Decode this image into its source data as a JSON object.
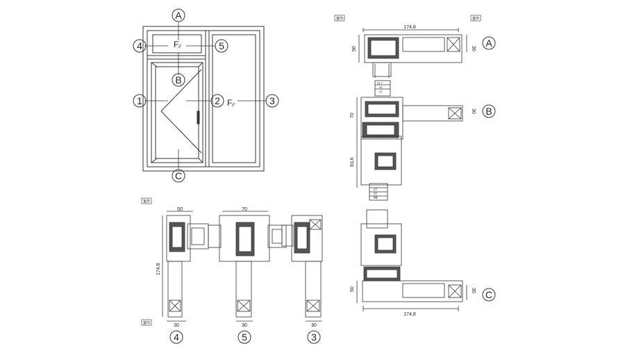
{
  "callouts": {
    "a": "A",
    "b": "B",
    "c": "C",
    "n1": "1",
    "n2": "2",
    "n3": "3",
    "n4": "4",
    "n5": "5"
  },
  "elevation": {
    "fixed_top_label": "F",
    "fixed_side_label": "F"
  },
  "sections": {
    "room_tag": "室内",
    "outside_tag": "室外",
    "dims": {
      "width_174_8": "174,8",
      "d50": "50",
      "d30": "30",
      "d70": "70",
      "d83_6": "83,6",
      "d27": "27",
      "d37": "37",
      "d48": "48",
      "d24_7": "24,7",
      "d33": "33"
    }
  },
  "bottom_labels": [
    "4",
    "5",
    "3"
  ]
}
